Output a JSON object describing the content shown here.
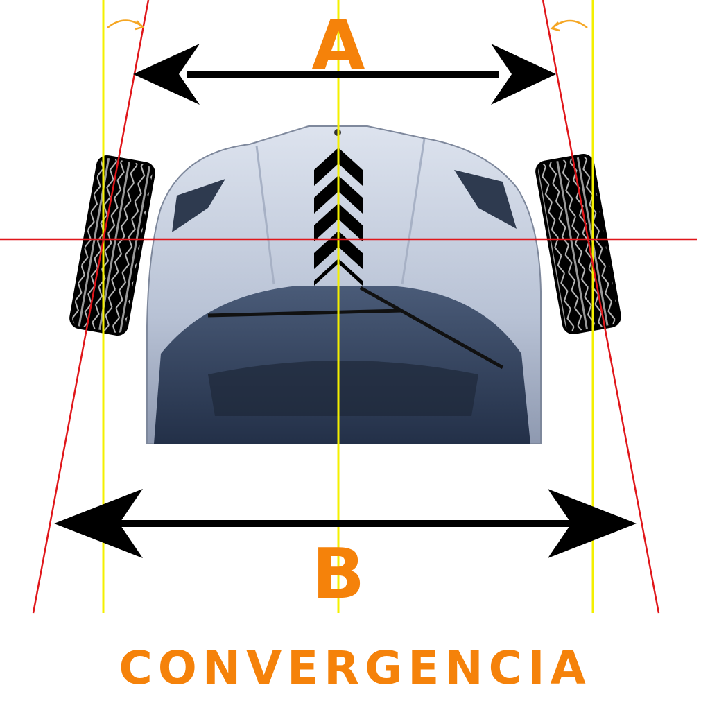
{
  "labels": {
    "front_width": "A",
    "rear_width": "B",
    "caption": "CONVERGENCIA"
  },
  "colors": {
    "accent_orange": "#F5820A",
    "reference_yellow": "#F4F000",
    "wheel_line_red": "#E0161A",
    "arrow_black": "#000000",
    "car_body": "#B9C3D6",
    "windshield": "#2C3B55"
  },
  "icons": {
    "direction_marker": "chevron-up-stack",
    "rotation_hint": "curved-arrow-icon"
  }
}
